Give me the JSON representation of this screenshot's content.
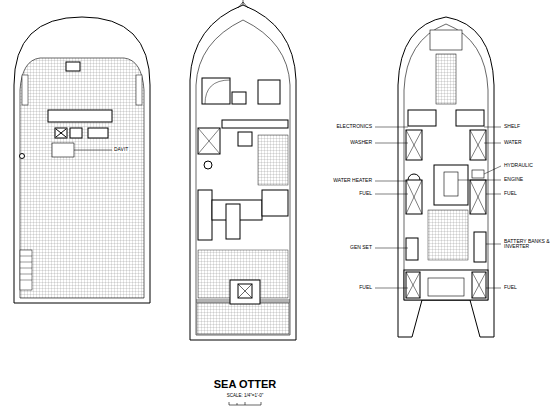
{
  "diagram": {
    "title": "SEA OTTER",
    "caption": "SCALE: 1/4\"=1'-0\"",
    "labels": [
      "DAVIT",
      "ELECTRONICS",
      "WASHER",
      "WATER HEATER",
      "FUEL",
      "GEN SET",
      "FUEL",
      "SHELF",
      "WATER",
      "HYDRAULIC",
      "ENGINE",
      "FUEL",
      "BATTERY BANKS & INVERTER",
      "FUEL"
    ]
  }
}
